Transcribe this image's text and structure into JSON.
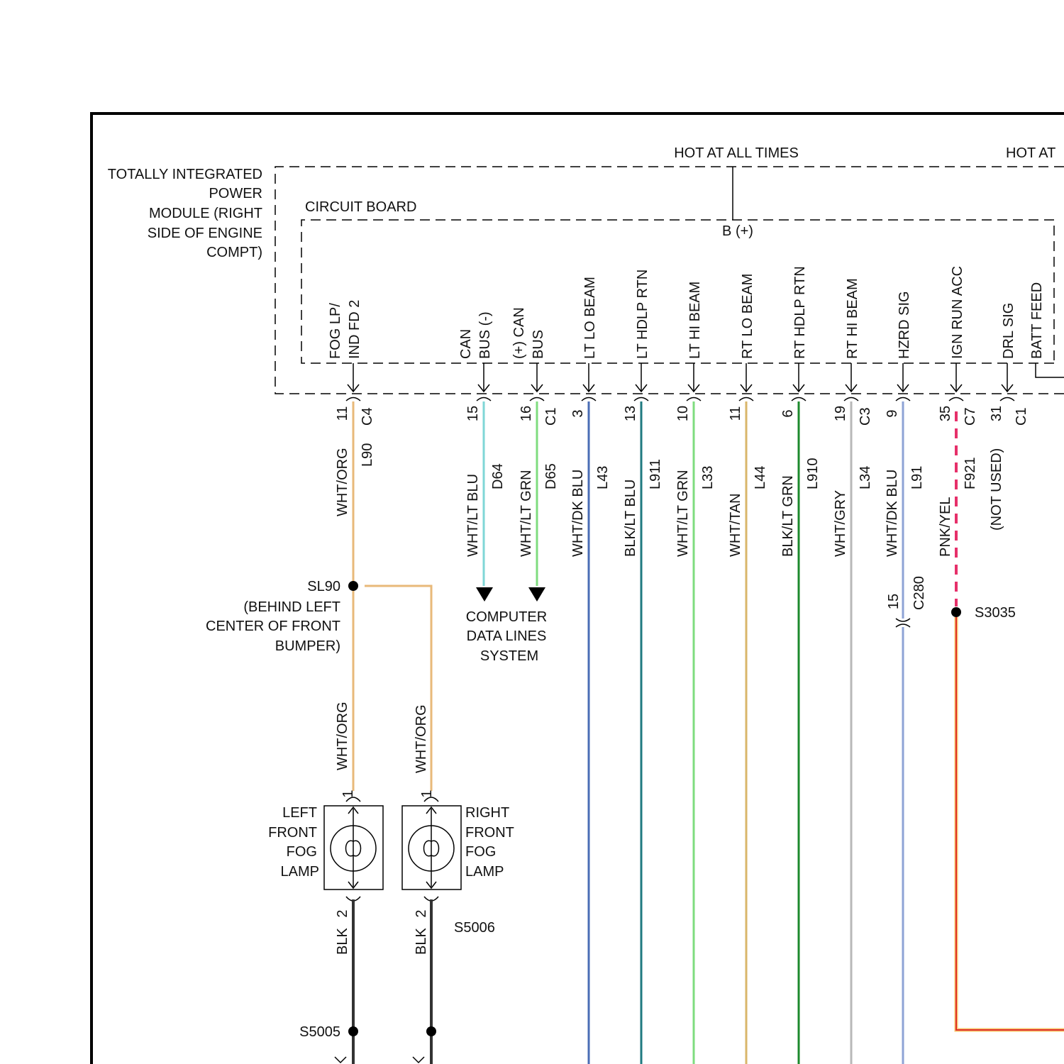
{
  "module": {
    "label_lines": [
      "TOTALLY INTEGRATED",
      "POWER",
      "MODULE (RIGHT",
      "SIDE OF ENGINE",
      "COMPT)"
    ],
    "hot_at_all_times": "HOT AT ALL TIMES",
    "hot_at_cut": "HOT AT",
    "circuit_board": "CIRCUIT BOARD",
    "b_plus": "B (+)"
  },
  "pins": [
    {
      "label": [
        "FOG LP/",
        "IND FD 2"
      ],
      "pin": "11",
      "connector": "C4",
      "color_code": "WHT/ORG",
      "circuit": "L90",
      "wire_hex": "#e8b97a"
    },
    {
      "label": [
        "CAN",
        "BUS (-)"
      ],
      "pin": "15",
      "connector": "",
      "color_code": "WHT/LT BLU",
      "circuit": "D64",
      "wire_hex": "#7fd6d6"
    },
    {
      "label": [
        "(+) CAN",
        "BUS"
      ],
      "pin": "16",
      "connector": "C1",
      "color_code": "WHT/LT GRN",
      "circuit": "D65",
      "wire_hex": "#7fdc7f"
    },
    {
      "label": [
        "LT LO BEAM"
      ],
      "pin": "3",
      "connector": "",
      "color_code": "WHT/DK BLU",
      "circuit": "L43",
      "wire_hex": "#4a6db5"
    },
    {
      "label": [
        "LT HDLP RTN"
      ],
      "pin": "13",
      "connector": "",
      "color_code": "BLK/LT BLU",
      "circuit": "L911",
      "wire_hex": "#1f7a80"
    },
    {
      "label": [
        "LT HI BEAM"
      ],
      "pin": "10",
      "connector": "",
      "color_code": "WHT/LT GRN",
      "circuit": "L33",
      "wire_hex": "#7fdc7f"
    },
    {
      "label": [
        "RT LO BEAM"
      ],
      "pin": "11",
      "connector": "",
      "color_code": "WHT/TAN",
      "circuit": "L44",
      "wire_hex": "#d9b66b"
    },
    {
      "label": [
        "RT HDLP RTN"
      ],
      "pin": "6",
      "connector": "",
      "color_code": "BLK/LT GRN",
      "circuit": "L910",
      "wire_hex": "#1c8a2c"
    },
    {
      "label": [
        "RT HI BEAM"
      ],
      "pin": "19",
      "connector": "C3",
      "color_code": "WHT/GRY",
      "circuit": "L34",
      "wire_hex": "#b8b8b8"
    },
    {
      "label": [
        "HZRD SIG"
      ],
      "pin": "9",
      "connector": "",
      "color_code": "WHT/DK BLU",
      "circuit": "L91",
      "wire_hex": "#8ea3d6"
    },
    {
      "label": [
        "IGN RUN ACC"
      ],
      "pin": "35",
      "connector": "C7",
      "color_code": "PNK/YEL",
      "circuit": "F921",
      "wire_hex": "#e6306a"
    },
    {
      "label": [
        "DRL SIG"
      ],
      "pin": "31",
      "connector": "C1",
      "color_code": "(NOT USED)",
      "circuit": "",
      "wire_hex": "#000000"
    },
    {
      "label": [
        "BATT FEED"
      ],
      "pin": "",
      "connector": "",
      "color_code": "",
      "circuit": "",
      "wire_hex": "#000000"
    }
  ],
  "splice_sl90": {
    "name": "SL90",
    "location_lines": [
      "(BEHIND LEFT",
      "CENTER OF FRONT",
      "BUMPER)"
    ]
  },
  "computer_data": [
    "COMPUTER",
    "DATA LINES",
    "SYSTEM"
  ],
  "left_lamp": {
    "lines": [
      "LEFT",
      "FRONT",
      "FOG",
      "LAMP"
    ],
    "wire_color": "WHT/ORG",
    "pin_top": "1",
    "pin_bottom": "2",
    "ground_color": "BLK",
    "splice": "S5005"
  },
  "right_lamp": {
    "lines": [
      "RIGHT",
      "FRONT",
      "FOG",
      "LAMP"
    ],
    "wire_color": "WHT/ORG",
    "pin_top": "1",
    "pin_bottom": "2",
    "ground_color": "BLK",
    "splice": "S5006"
  },
  "c280": {
    "pin": "15",
    "name": "C280"
  },
  "s3035": "S3035",
  "colors": {
    "wht_org": "#e8b97a",
    "blk": "#333333",
    "red": "#e0302a",
    "red_glow": "#f6c36a",
    "pnk_yel": "#e6306a"
  }
}
